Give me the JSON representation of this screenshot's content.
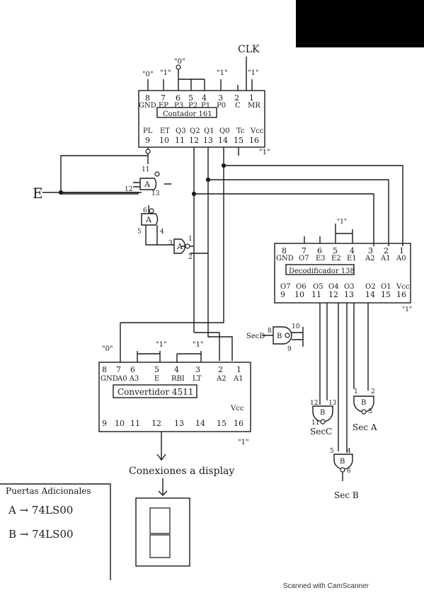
{
  "top": {
    "clk": "CLK"
  },
  "counter": {
    "name": "Contador 161",
    "pins_top": [
      "8",
      "7",
      "6",
      "5",
      "4",
      "3",
      "2",
      "1"
    ],
    "sig_top": [
      "GND",
      "EP",
      "P3",
      "P2",
      "P1",
      "P0",
      "C",
      "MR"
    ],
    "pins_bottom": [
      "9",
      "10",
      "11",
      "12",
      "13",
      "14",
      "15",
      "16"
    ],
    "sig_bottom": [
      "PL",
      "ET",
      "Q3",
      "Q2",
      "Q1",
      "Q0",
      "Tc",
      "Vcc"
    ],
    "inputs": [
      "\"0\"",
      "\"1\"",
      "\"0\"",
      "\"1\"",
      "\"1\""
    ],
    "vcc_note": "\"1\""
  },
  "left": {
    "E": "E"
  },
  "gates": {
    "a1": {
      "label": "A",
      "in1": "12",
      "in2": "13",
      "out": "11"
    },
    "a2": {
      "label": "A",
      "in1": "5",
      "in2": "4",
      "out": "6"
    },
    "a3": {
      "label": "A",
      "in1": "1",
      "in2": "2",
      "out": "3"
    }
  },
  "decoder": {
    "name": "Decodificador 138",
    "pins_top": [
      "8",
      "7",
      "6",
      "5",
      "4",
      "3",
      "2",
      "1"
    ],
    "sig_top": [
      "GND",
      "O7",
      "E3",
      "E2",
      "E1",
      "A2",
      "A1",
      "A0"
    ],
    "pins_bottom": [
      "9",
      "10",
      "11",
      "12",
      "13",
      "14",
      "15",
      "16"
    ],
    "sig_bottom": [
      "O7",
      "O6",
      "O5",
      "O4",
      "O3",
      "O2",
      "O1",
      "Vcc"
    ],
    "inputs": [
      "\"1\""
    ],
    "vcc_note": "\"1\""
  },
  "secd": {
    "label": "SecD",
    "gate": "B",
    "p1": "8",
    "p2": "10",
    "p3": "9"
  },
  "converter": {
    "name": "Convertidor 4511",
    "pins_top": [
      "8",
      "7",
      "6",
      "5",
      "4",
      "3",
      "2",
      "1"
    ],
    "sig_top": [
      "GND",
      "A0 A3",
      "",
      "E",
      "RBI",
      "LT",
      "A2",
      "A1"
    ],
    "pins_bottom": [
      "9",
      "10",
      "11",
      "12",
      "13",
      "14",
      "15",
      "16"
    ],
    "vcc": "Vcc",
    "inputs": [
      "\"0\"",
      "\"1\"",
      "\"1\""
    ],
    "vcc_note": "\"1\""
  },
  "sec_gates": {
    "c": {
      "label": "B",
      "p1": "12",
      "p2": "13",
      "p3": "11",
      "name": "SecC"
    },
    "a": {
      "label": "B",
      "p1": "1",
      "p2": "2",
      "p3": "3",
      "name": "Sec A"
    },
    "b": {
      "label": "B",
      "p1": "5",
      "p2": "4",
      "p3": "6",
      "name": "Sec B"
    }
  },
  "display_text": "Conexiones a display",
  "legend": {
    "title": "Puertas Adicionales",
    "line1": "A → 74LS00",
    "line2": "B → 74LS00"
  },
  "footer": "Scanned with CamScanner"
}
